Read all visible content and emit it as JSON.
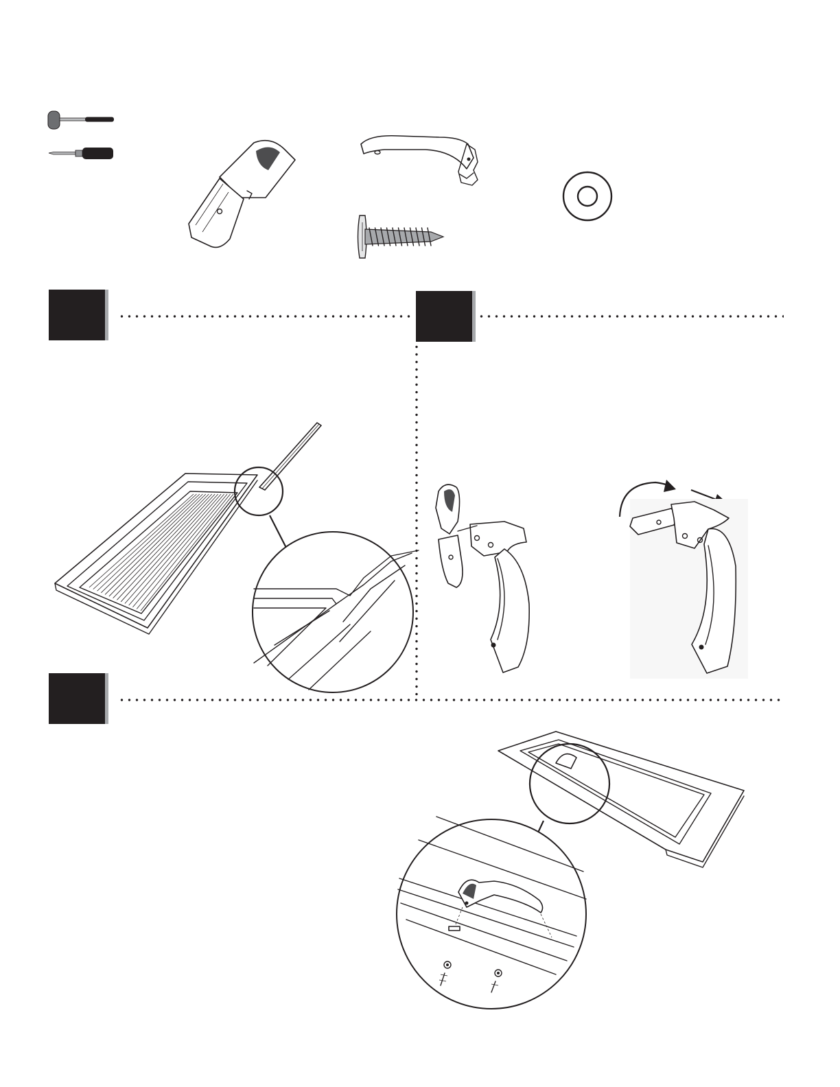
{
  "colors": {
    "ink": "#231f20",
    "step_shadow": "#a7a9ac",
    "page": "#ffffff"
  },
  "tools": [
    "rubber-mallet-icon",
    "screwdriver-icon"
  ],
  "parts": [
    "handle-latch-part",
    "handle-grip-part",
    "screw-part",
    "washer-part"
  ],
  "steps": [
    {
      "id": "step-a",
      "number": ""
    },
    {
      "id": "step-b",
      "number": ""
    },
    {
      "id": "step-c",
      "number": ""
    }
  ]
}
